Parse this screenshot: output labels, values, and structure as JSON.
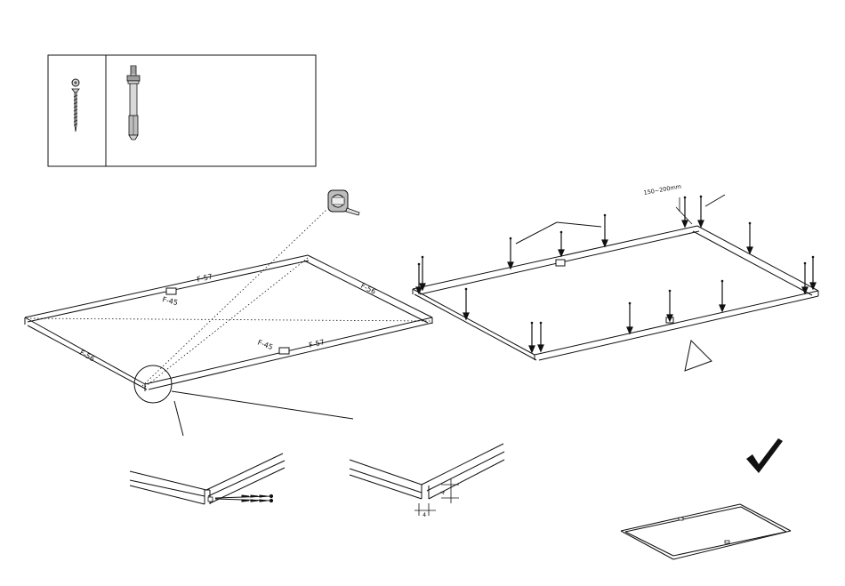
{
  "labels": {
    "frame_long": "F-57",
    "frame_short": "F-56",
    "frame_joint": "F-45",
    "anchor_spacing": "150~200mm",
    "gap_width": "4",
    "gap_height": "4"
  },
  "icons": {
    "screw": "wood-screw-icon",
    "anchor": "anchor-bolt-icon",
    "tape": "tape-measure-icon",
    "check": "checkmark-icon",
    "warning": "warning-triangle-icon"
  },
  "colors": {
    "line": "#111111",
    "fill_light": "#f2f2f2",
    "metal": "#cfcfcf",
    "tape_body": "#bdbdbd",
    "tape_accent": "#e8e8e8"
  }
}
